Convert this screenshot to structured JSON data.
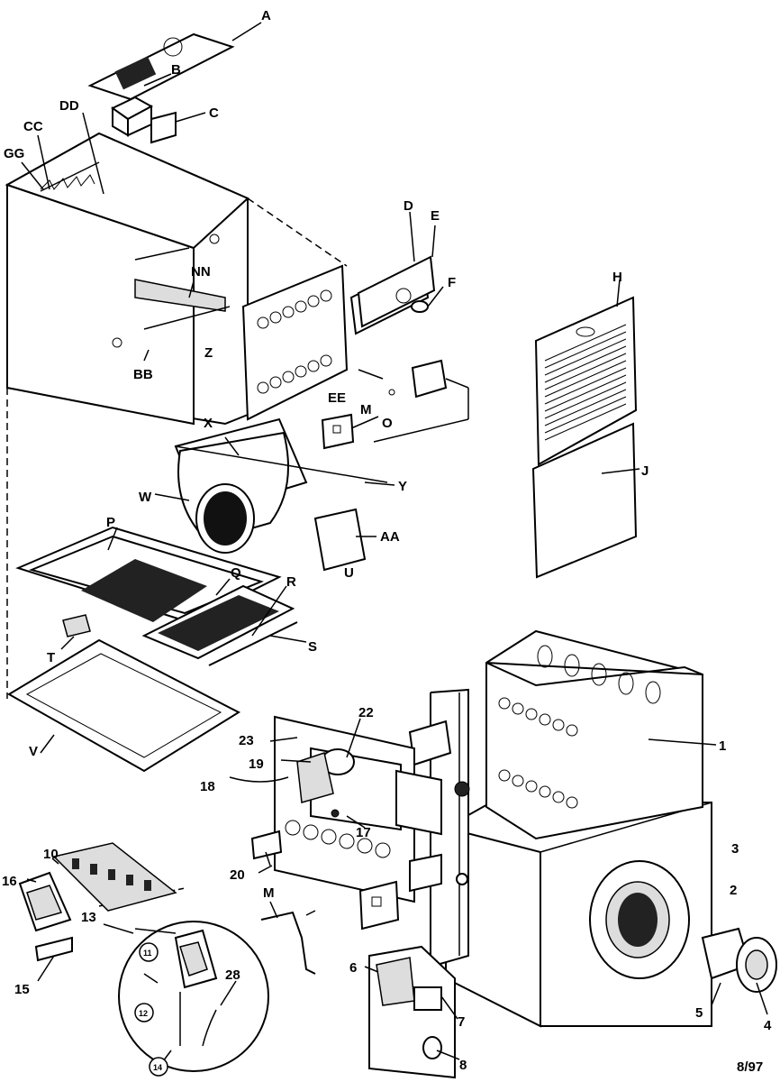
{
  "labels": {
    "A": "A",
    "B": "B",
    "C": "C",
    "D": "D",
    "E": "E",
    "F": "F",
    "H": "H",
    "J": "J",
    "CC": "CC",
    "DD": "DD",
    "GG": "GG",
    "NN": "NN",
    "Z": "Z",
    "BB": "BB",
    "EE": "EE",
    "M_top": "M",
    "O": "O",
    "X": "X",
    "Y": "Y",
    "W": "W",
    "P": "P",
    "AA": "AA",
    "U": "U",
    "Q": "Q",
    "R": "R",
    "S": "S",
    "T": "T",
    "V": "V",
    "n1": "1",
    "n2": "2",
    "n3": "3",
    "n4": "4",
    "n5": "5",
    "n6": "6",
    "n7": "7",
    "n8": "8",
    "n10": "10",
    "n13": "13",
    "n15": "15",
    "n16": "16",
    "n17": "17",
    "n18": "18",
    "n19": "19",
    "n20": "20",
    "n22": "22",
    "n23": "23",
    "M_bot": "M",
    "c11": "11",
    "c12": "12",
    "c14": "14",
    "n28": "28"
  },
  "date_code": "8/97"
}
